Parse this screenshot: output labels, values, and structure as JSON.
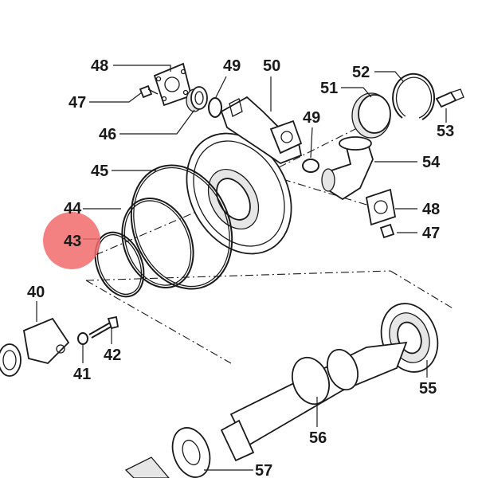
{
  "diagram": {
    "labels": [
      "48",
      "49",
      "50",
      "47",
      "46",
      "51",
      "52",
      "49",
      "53",
      "45",
      "54",
      "44",
      "48",
      "43",
      "47",
      "40",
      "42",
      "41",
      "55",
      "56",
      "57"
    ],
    "highlight": {
      "label": "43",
      "color": "#f26b6b"
    }
  }
}
